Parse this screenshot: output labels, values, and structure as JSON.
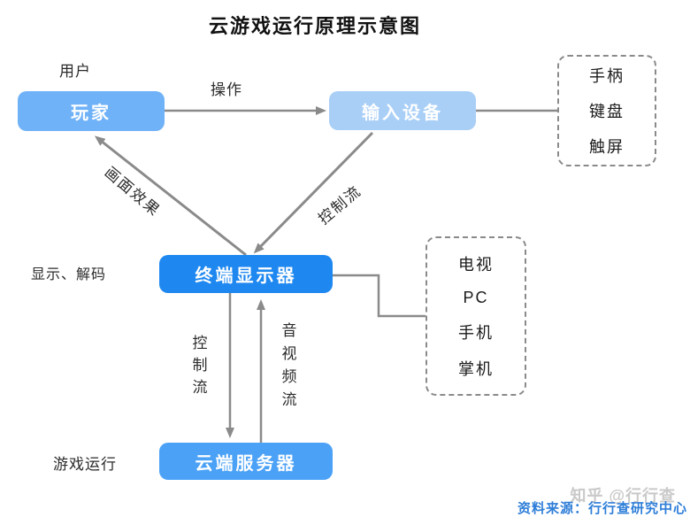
{
  "title": "云游戏运行原理示意图",
  "nodes": {
    "player": {
      "label": "玩家",
      "annotation": "用户"
    },
    "input": {
      "label": "输入设备"
    },
    "display": {
      "label": "终端显示器",
      "annotation": "显示、解码"
    },
    "server": {
      "label": "云端服务器",
      "annotation": "游戏运行"
    },
    "peripherals": {
      "lines": [
        "手柄",
        "键盘",
        "触屏"
      ]
    },
    "devices": {
      "lines": [
        "电视",
        "PC",
        "手机",
        "掌机"
      ]
    }
  },
  "edges": {
    "operate": "操作",
    "picture_effect": "画面效果",
    "control_flow_diagonal": "控制流",
    "control_flow_vertical": "控制流",
    "av_stream": "音视频流"
  },
  "footer": {
    "watermark": "知乎 @行行查",
    "source": "资料来源：行行查研究中心"
  },
  "colors": {
    "node_player": "#6FB2F8",
    "node_input": "#A9CFF7",
    "node_display": "#1E88F0",
    "node_server": "#4BA1F6",
    "wire": "#8a8a8a",
    "source_text": "#2E7ED8",
    "watermark_text": "#c9c9c9"
  }
}
